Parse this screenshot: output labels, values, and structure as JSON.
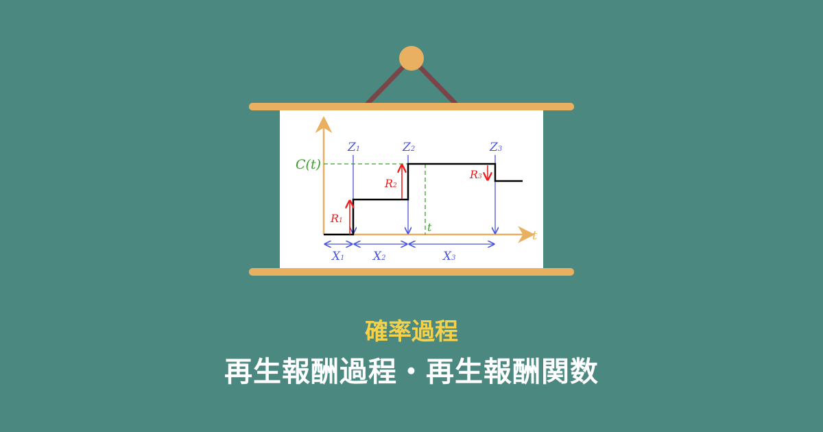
{
  "category": "確率過程",
  "title": "再生報酬過程・再生報酬関数",
  "diagram": {
    "y_label": "C(t)",
    "x_label": "t",
    "t_marker": "t",
    "renewal_labels": [
      "Z",
      "Z",
      "Z"
    ],
    "renewal_subs": [
      "1",
      "2",
      "3"
    ],
    "reward_labels": [
      "R",
      "R",
      "R"
    ],
    "reward_subs": [
      "1",
      "2",
      "3"
    ],
    "interval_labels": [
      "X",
      "X",
      "X"
    ],
    "interval_subs": [
      "1",
      "2",
      "3"
    ]
  },
  "colors": {
    "background": "#4b8880",
    "board_bar": "#e9b062",
    "hanger": "#7a4548",
    "axis": "#e9b062",
    "renewal": "#4a55e0",
    "reward": "#ee1c1c",
    "cumulative": "#3aa02a",
    "category_text": "#f5d24a"
  }
}
